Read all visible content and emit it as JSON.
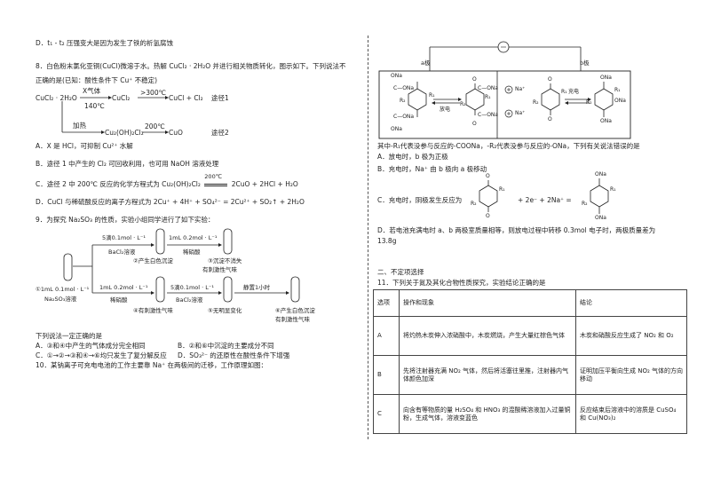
{
  "left": {
    "optD_top": "D．t₁ - t₂ 压强变大是因为发生了铁的析氢腐蚀",
    "q8": {
      "stem1": "8．白色粉末氯化亚铜(CuCl)微溶于水。热解 CuCl₂ · 2H₂O 并进行相关物质转化，图示如下。下列说法不",
      "stem2": "正确的是(已知：酸性条件下 Cu⁺ 不稳定)",
      "r1_start": "CuCl₂ · 2H₂O",
      "r1_cond_top": "X气体",
      "r1_cond_bot": "140℃",
      "r1_mid": "CuCl₂",
      "r1_cond2": ">300℃",
      "r1_end": "CuCl + Cl₂",
      "r1_path": "途径1",
      "r2_cond1": "加热",
      "r2_mid": "Cu₂(OH)₂Cl₂",
      "r2_cond2": "200℃",
      "r2_end": "CuO",
      "r2_path": "途径2",
      "A": "A．X 是 HCl，可抑制 Cu²⁺ 水解",
      "B": "B．途径 1 中产生的 Cl₂ 可回收利用，也可用 NaOH 溶液处理",
      "C_pre": "C．途径 2 中 200℃ 反应的化学方程式为 Cu₂(OH)₂Cl₂",
      "C_cond": "200℃",
      "C_post": "2CuO + 2HCl + H₂O",
      "D": "D．CuCl 与稀硫酸反应的离子方程式为 2Cu⁺ + 4H⁺ + SO₄²⁻ = 2Cu²⁺ + SO₂↑ + 2H₂O"
    },
    "q9": {
      "stem": "9．为探究 Na₂SO₃ 的性质，实验小组同学进行了如下实验：",
      "top_add1": "5滴0.1mol · L⁻¹",
      "top_add1b": "BaCl₂溶液",
      "top_res1": "②产生白色沉淀",
      "top_add2": "1mL 0.2mol · L⁻¹",
      "top_add2b": "稀硝酸",
      "top_res2a": "③沉淀不消失",
      "top_res2b": "有刺激性气味",
      "start1": "①1mL 0.1mol · L⁻¹",
      "start2": "Na₂SO₃溶液",
      "bot_add1": "1mL 0.2mol · L⁻¹",
      "bot_add1b": "稀硝酸",
      "bot_res1": "④有刺激性气味",
      "bot_add2": "5滴0.1mol · L⁻¹",
      "bot_add2b": "BaCl₂溶液",
      "bot_res2": "⑤无明显变化",
      "bot_add3": "静置1小时",
      "bot_res3a": "⑥产生白色沉淀",
      "bot_res3b": "有刺激性气味",
      "q": "下列说法一定正确的是",
      "A": "A．③和④中产生的气体成分完全相同",
      "B": "B．②和⑥中沉淀的主要成分不同",
      "C": "C．①→②→③和④→⑥均只发生了复分解反应",
      "D": "D．SO₃²⁻ 的还原性在酸性条件下增强"
    },
    "q10": "10．某钠离子可充电电池的工作主要靠 Na⁺ 在两极间的迁移，工作原理如图："
  },
  "right": {
    "diagram": {
      "a": "a极",
      "b": "b极",
      "discharge": "放电",
      "charge": "充电",
      "na_plus": "Na⁺",
      "ona": "ONa",
      "o": "O",
      "cona": "C—ONa",
      "r1": "R₁",
      "r2": "R₂"
    },
    "q10_desc": "其中-R₁代表没参与反应的-COONa，-R₂代表没参与反应的-ONa，下列有关说法错误的是",
    "q10_A": "A．放电时，b 极为正极",
    "q10_B": "B．充电时，Na⁺ 由 b 极向 a 极移动",
    "q10_C": "C．充电时，阴极发生反应为",
    "q10_C_eq": "+ 2e⁻ + 2Na⁺ =",
    "q10_D1": "D．若电池充满电时 a、b 两极室质量相等，则放电过程中转移 0.3mol 电子时，两极质量差为",
    "q10_D2": "13.8g",
    "section": "二、不定项选择",
    "q11": "11．下列关于氮及其化合物性质探究，实验结论正确的是",
    "table": {
      "h1": "选项",
      "h2": "操作和现象",
      "h3": "结论",
      "rows": [
        {
          "opt": "A",
          "op": "将灼热木炭伸入浓硝酸中，木炭燃烧，产生大量红棕色气体",
          "con": "木炭和硝酸反应生成了 NO₂ 和 O₂"
        },
        {
          "opt": "B",
          "op": "先将注射器充满 NO₂ 气体，然后将活塞往里推，注射器内气体颜色加深",
          "con": "证明加压平衡向生成 NO₂ 气体的方向移动"
        },
        {
          "opt": "C",
          "op": "向含有等物质的量 H₂SO₄ 和 HNO₃ 的混酸稀溶液加入过量铜粉，生成气体，溶液变蓝色",
          "con": "反应结束后溶液中的溶质是 CuSO₄ 和 Cu(NO₃)₂"
        }
      ]
    }
  }
}
